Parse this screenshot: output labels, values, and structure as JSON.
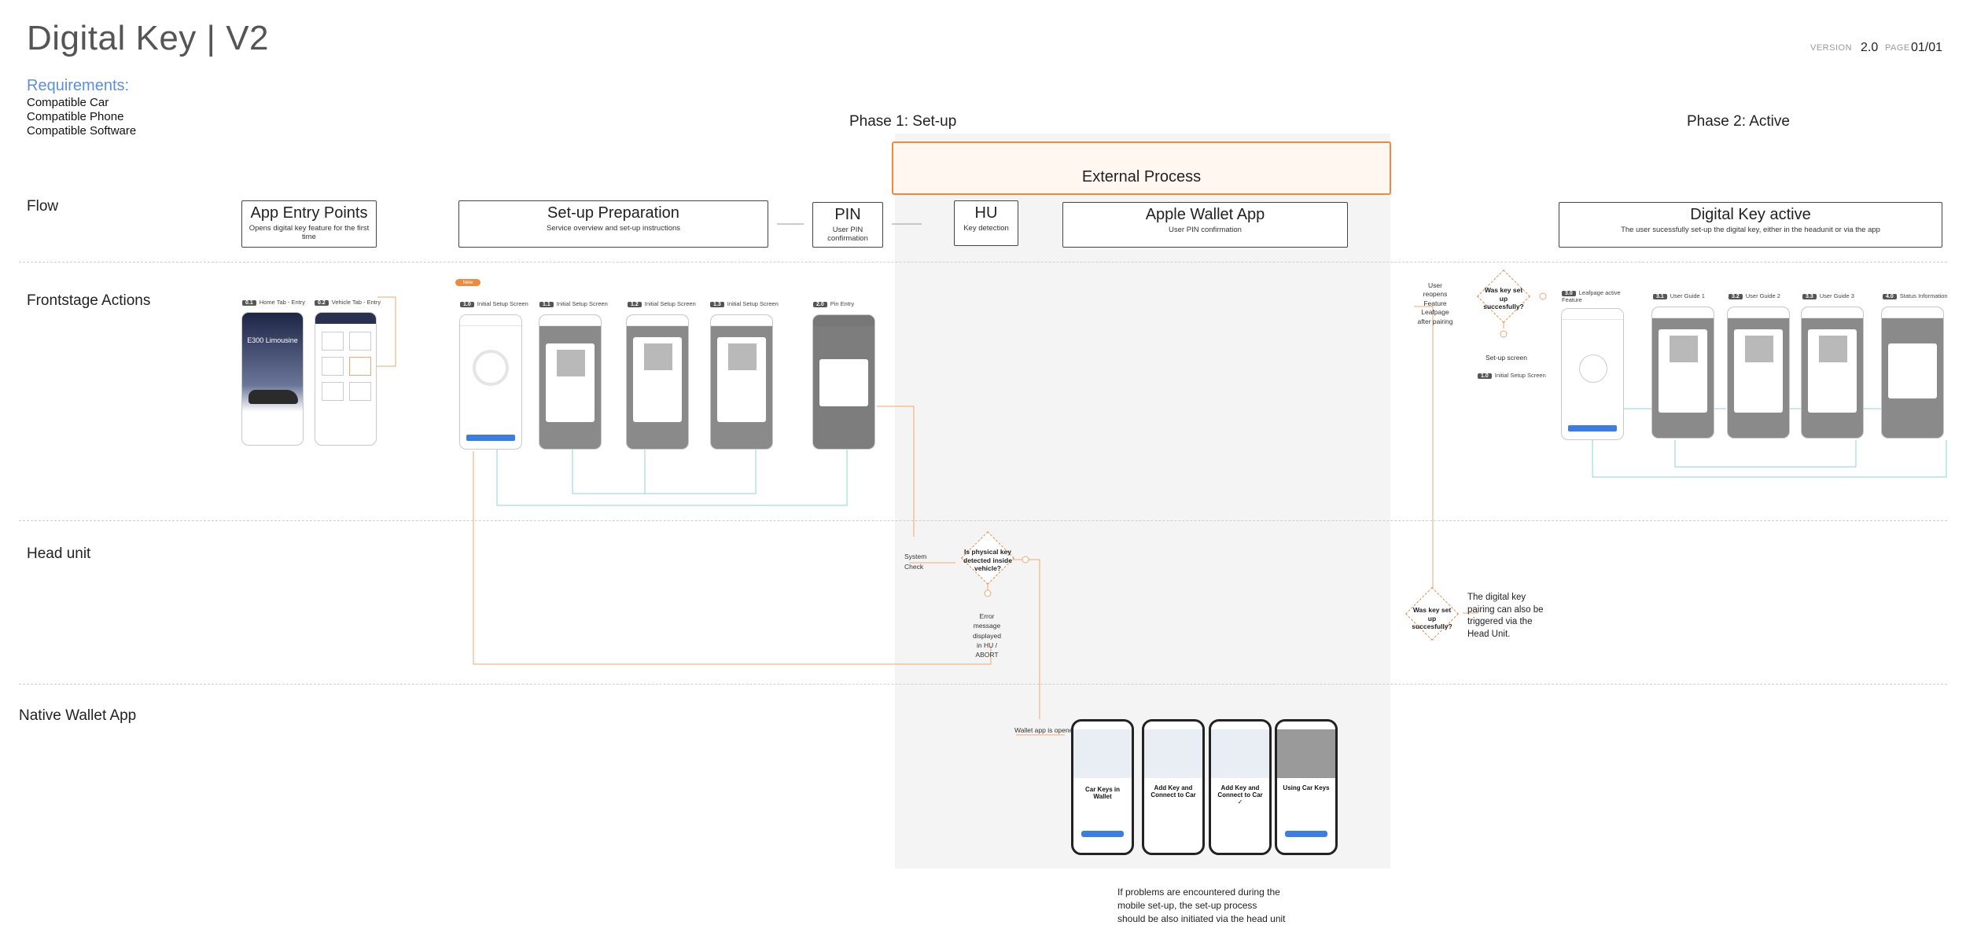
{
  "header": {
    "title": "Digital Key | V2",
    "requirements_title": "Requirements:",
    "requirements": [
      "Compatible Car",
      "Compatible Phone",
      "Compatible Software"
    ],
    "version_label": "VERSION",
    "version_value": "2.0",
    "page_label": "PAGE",
    "page_value": "01/01"
  },
  "phases": {
    "setup": "Phase 1: Set-up",
    "active": "Phase 2: Active",
    "external": "External Process"
  },
  "lanes": {
    "flow": "Flow",
    "frontstage": "Frontstage Actions",
    "head_unit": "Head unit",
    "wallet": "Native Wallet App"
  },
  "flow_boxes": [
    {
      "title": "App Entry Points",
      "subtitle": "Opens digital key feature for the first time"
    },
    {
      "title": "Set-up Preparation",
      "subtitle": "Service overview and set-up instructions"
    },
    {
      "title": "PIN",
      "subtitle": "User PIN confirmation"
    },
    {
      "title": "HU",
      "subtitle": "Key detection"
    },
    {
      "title": "Apple Wallet App",
      "subtitle": "User PIN confirmation"
    },
    {
      "title": "Digital Key active",
      "subtitle": "The user sucessfully set-up the digital key, either in the headunit or via the app"
    }
  ],
  "screens": {
    "entry": [
      {
        "num": "0.1",
        "label": "Home Tab - Entry"
      },
      {
        "num": "0.2",
        "label": "Vehicle Tab - Entry"
      }
    ],
    "new_badge": "New",
    "setup": [
      {
        "num": "1.0",
        "label": "Initial Setup Screen"
      },
      {
        "num": "1.1",
        "label": "Initial Setup Screen"
      },
      {
        "num": "1.2",
        "label": "Initial Setup Screen"
      },
      {
        "num": "1.3",
        "label": "Initial Setup Screen"
      },
      {
        "num": "2.0",
        "label": "Pin Entry"
      }
    ],
    "active": [
      {
        "num": "3.0",
        "label": "Leafpage active Feature"
      },
      {
        "num": "3.1",
        "label": "User Guide 1"
      },
      {
        "num": "3.2",
        "label": "User Guide 2"
      },
      {
        "num": "3.3",
        "label": "User Guide 3"
      },
      {
        "num": "4.0",
        "label": "Status Information"
      }
    ],
    "car_name": "E300 Limousine"
  },
  "active_flow": {
    "user_reopens": "User reopens Feature Leafpage after pairing",
    "was_key_set": "Was key set up succesfully?",
    "setup_screen": "Set-up screen",
    "setup_ref_num": "1.0",
    "setup_ref_label": "Initial Setup Screen"
  },
  "head_unit_flow": {
    "system_check": "System Check",
    "diamond": "Is physical key detected inside vehicle?",
    "error": "Error message displayed in HU / ABORT",
    "was_key_set": "Was key set up succesfully?",
    "hu_note": "The digital key pairing can also be triggered via the Head Unit."
  },
  "wallet_flow": {
    "opened": "Wallet app is opened",
    "screens": [
      "Car Keys in Wallet",
      "Add Key and Connect to Car",
      "Add Key and Connect to Car ✓",
      "Using Car Keys"
    ]
  },
  "footer_note": "If problems are encountered during the mobile set-up, the set-up process should be also initiated via the head unit",
  "colors": {
    "accent_blue": "#5b8fe0",
    "accent_orange": "#ee8a3e",
    "connector_teal": "#8fd3cf"
  }
}
